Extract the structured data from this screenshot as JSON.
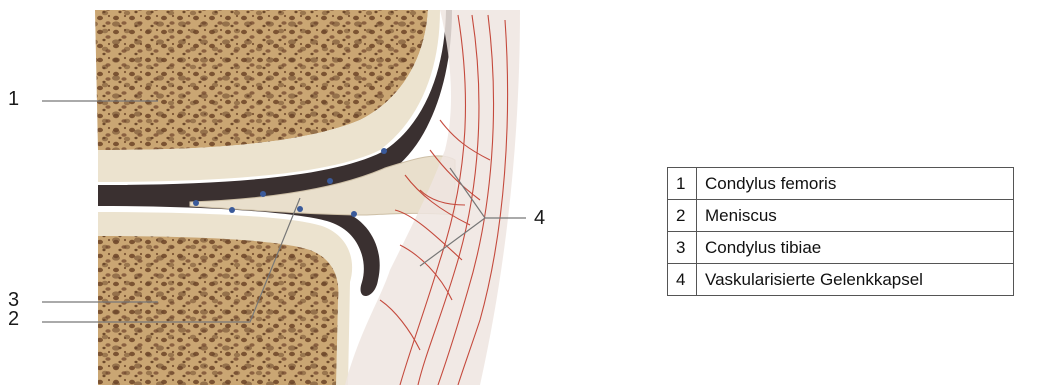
{
  "callouts": [
    "1",
    "2",
    "3",
    "4"
  ],
  "legend": [
    {
      "number": "1",
      "label": "Condylus femoris"
    },
    {
      "number": "2",
      "label": "Meniscus"
    },
    {
      "number": "3",
      "label": "Condylus tibiae"
    },
    {
      "number": "4",
      "label": "Vaskularisierte Gelenkkapsel"
    }
  ],
  "colors": {
    "bone": "#c8a572",
    "bone_pore": "#7a5232",
    "cartilage": "#ece3cf",
    "joint_space": "#3a3030",
    "meniscus": "#e9dfcc",
    "capsule_vessel": "#c0392b",
    "leader_line": "#777777"
  }
}
